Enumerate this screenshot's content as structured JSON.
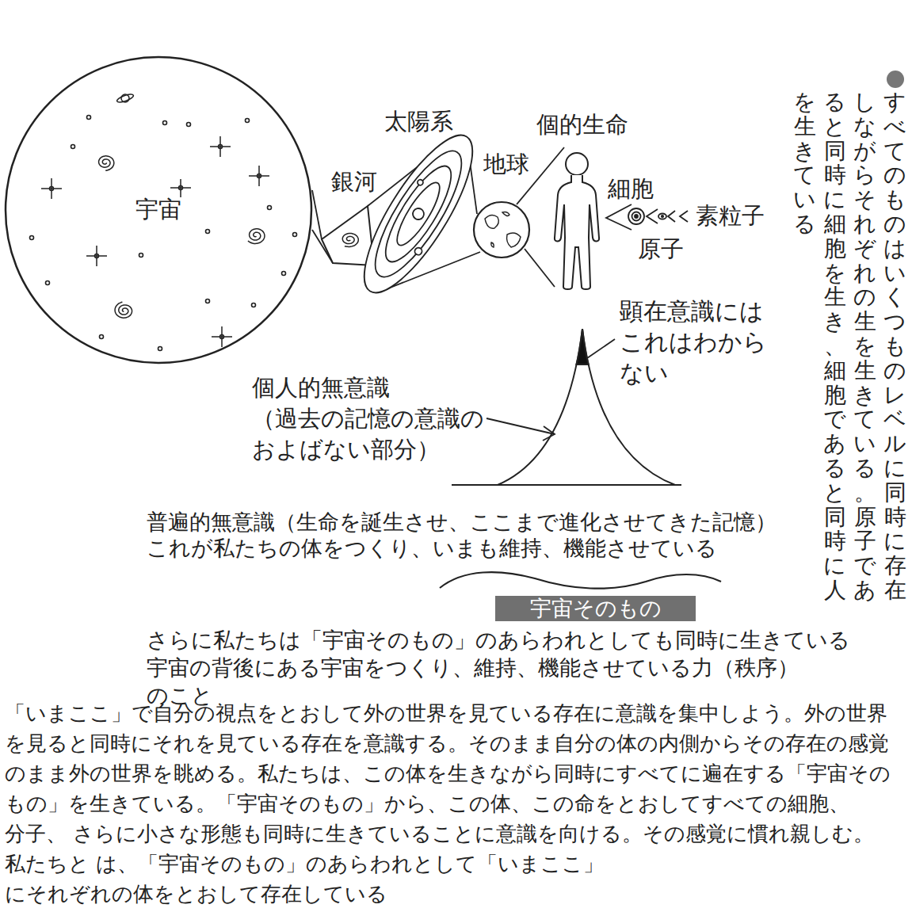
{
  "diagram": {
    "nodes": [
      {
        "text": [
          "宇宙"
        ]
      },
      {
        "text": [
          "宇宙そのもの"
        ]
      }
    ],
    "labels": [
      "すべてのものはいくつものレベルに同時に存在しながらそれぞれの生を生きている。原子であると同時に細胞を生き、細胞であると同時に人を生きている",
      "銀河",
      "太陽系",
      "地球",
      "個的生命",
      "細胞",
      "原子",
      "素粒子",
      "顕在意識には これはわから ない",
      "個人的無意識 （過去の記憶の意識の およばない部分）",
      "普遍的無意識（生命を誕生させ、ここまで進化させてきた記憶） これが私たちの体をつくり、いまも維持、機能させている",
      "さらに私たちは「宇宙そのもの」のあらわれとしても同時に生きている 宇宙の背後にある宇宙をつくり、維持、機能させている力（秩序）のこと",
      "「いまここ」で自分の視点をとおして外の世界を見ている存在に意識を集中しよう。外の世界 を見ると同時にそれを見ている存在を意識する。そのまま自分の体の内側からその存在の感覚 のまま外の世界を眺める。私たちは、この体を生きながら同時にすべてに遍在する「宇宙その もの」を生きている。「宇宙そのもの」から、この体、この命をとおしてすべての細胞、分子、 さらに小さな形態も同時に生きていることに意識を向ける。その感覚に慣れ親しむ。私たちと は、「宇宙そのもの」のあらわれとして「いまここ」にそれぞれの体をとおして存在している"
    ]
  }
}
